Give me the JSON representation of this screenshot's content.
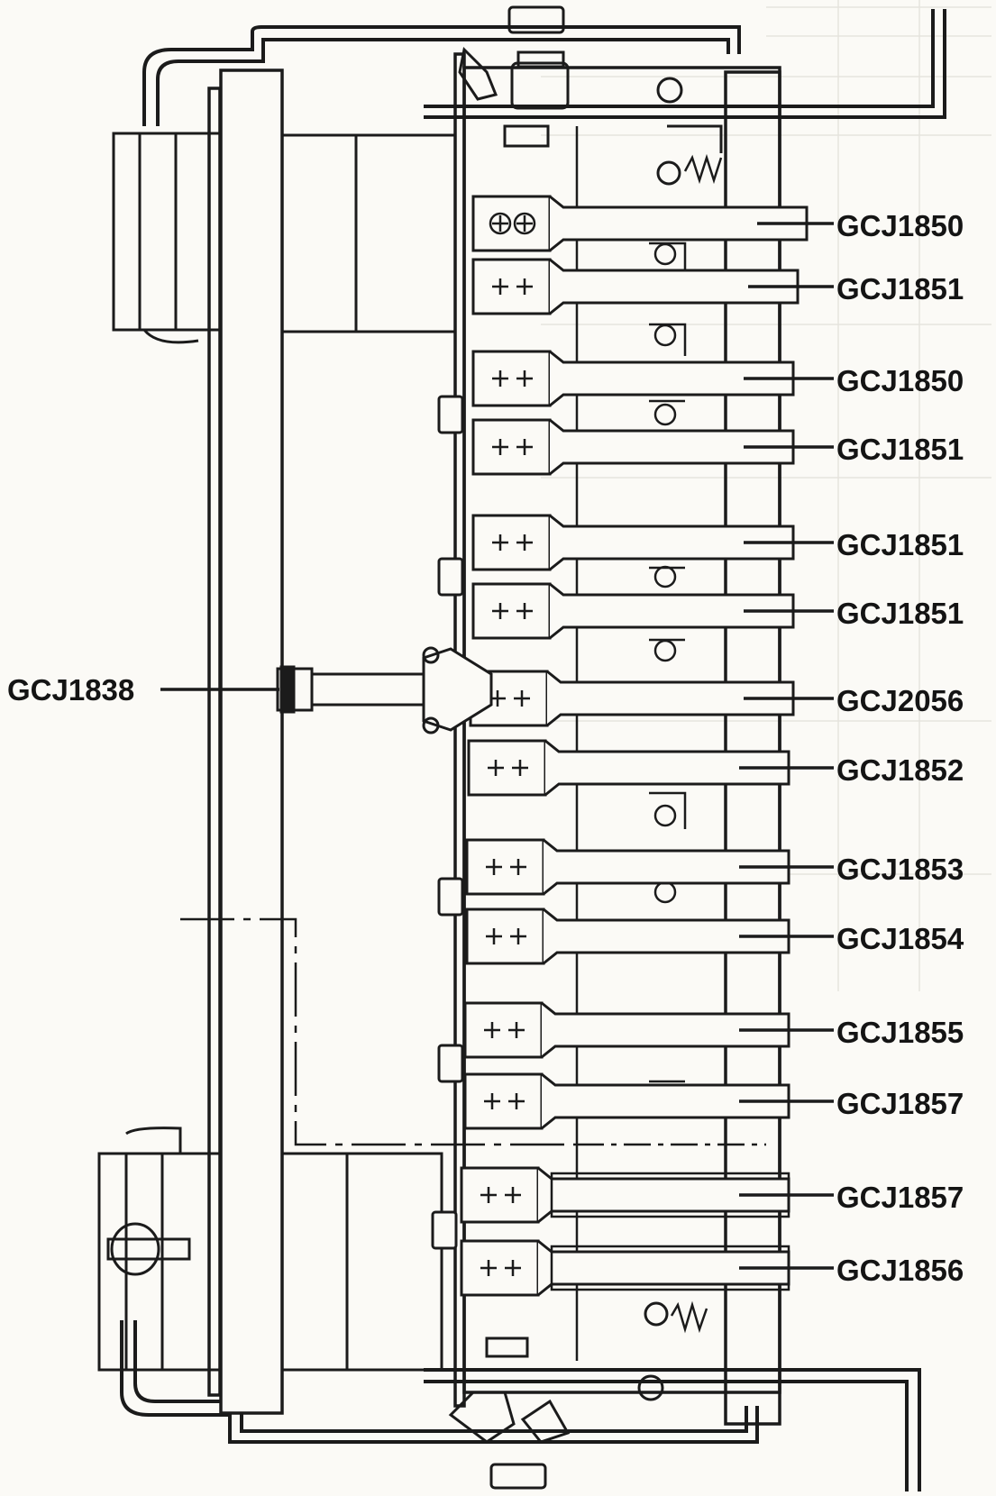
{
  "colors": {
    "line": "#1b1b1b",
    "paper": "#fbfaf6",
    "ghost_text": "#d9d7d0"
  },
  "callouts": [
    {
      "id": "c1",
      "label": "GCJ1850"
    },
    {
      "id": "c2",
      "label": "GCJ1851"
    },
    {
      "id": "c3",
      "label": "GCJ1850"
    },
    {
      "id": "c4",
      "label": "GCJ1851"
    },
    {
      "id": "c5",
      "label": "GCJ1851"
    },
    {
      "id": "c6",
      "label": "GCJ1851"
    },
    {
      "id": "c7",
      "label": "GCJ2056"
    },
    {
      "id": "c8",
      "label": "GCJ1852"
    },
    {
      "id": "c9",
      "label": "GCJ1853"
    },
    {
      "id": "c10",
      "label": "GCJ1854"
    },
    {
      "id": "c11",
      "label": "GCJ1855"
    },
    {
      "id": "c12",
      "label": "GCJ1857"
    },
    {
      "id": "c13",
      "label": "GCJ1857"
    },
    {
      "id": "c14",
      "label": "GCJ1856"
    }
  ],
  "left_callout": {
    "label": "GCJ1838"
  }
}
